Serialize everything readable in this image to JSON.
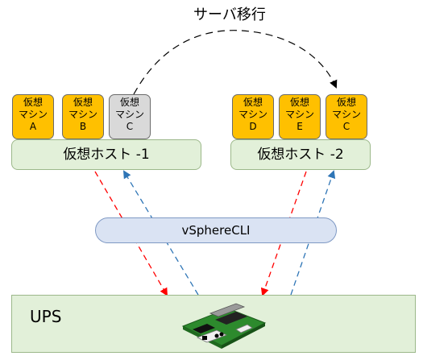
{
  "migration_label": "サーバ移行",
  "host1": {
    "label": "仮想ホスト -1",
    "vms": [
      {
        "l1": "仮想",
        "l2": "マシン",
        "l3": "A",
        "state": "active"
      },
      {
        "l1": "仮想",
        "l2": "マシン",
        "l3": "B",
        "state": "active"
      },
      {
        "l1": "仮想",
        "l2": "マシン",
        "l3": "C",
        "state": "migrated-out"
      }
    ]
  },
  "host2": {
    "label": "仮想ホスト -2",
    "vms": [
      {
        "l1": "仮想",
        "l2": "マシン",
        "l3": "D",
        "state": "active"
      },
      {
        "l1": "仮想",
        "l2": "マシン",
        "l3": "E",
        "state": "active"
      },
      {
        "l1": "仮想",
        "l2": "マシン",
        "l3": "C",
        "state": "active"
      }
    ]
  },
  "cli_label": "vSphereCLI",
  "ups_label": "UPS",
  "colors": {
    "vm_active": "#ffc000",
    "vm_inactive": "#d9d9d9",
    "host_fill": "#e2f0d9",
    "cli_fill": "#dae3f3",
    "arrow_down": "#ff0000",
    "arrow_up": "#2e75b6"
  },
  "icons": [
    "network-card-icon"
  ]
}
